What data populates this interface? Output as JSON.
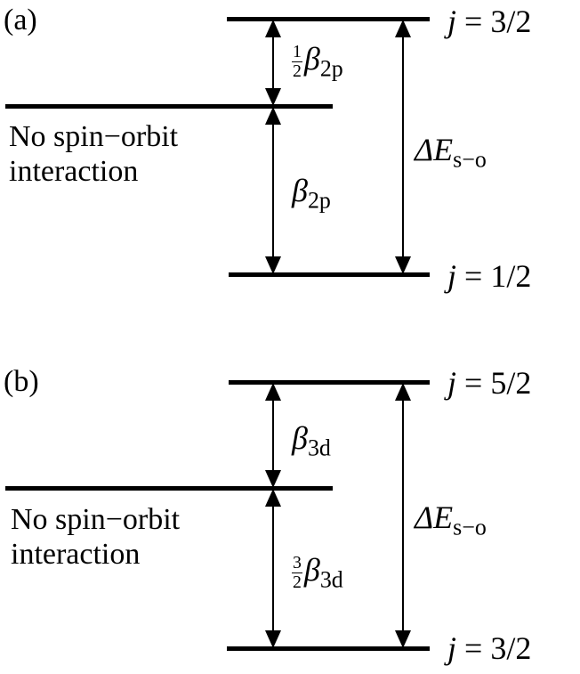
{
  "panel_a": {
    "tag": "(a)",
    "upper_level": {
      "j": "3/2"
    },
    "lower_level": {
      "j": "1/2"
    },
    "reference_label": [
      "No spin−orbit",
      "interaction"
    ],
    "upper_gap": {
      "coefficient_num": "1",
      "coefficient_den": "2",
      "symbol": "β",
      "subscript": "2p"
    },
    "lower_gap": {
      "symbol": "β",
      "subscript": "2p"
    },
    "total_gap": {
      "symbol": "ΔE",
      "subscript": "s−o"
    }
  },
  "panel_b": {
    "tag": "(b)",
    "upper_level": {
      "j": "5/2"
    },
    "lower_level": {
      "j": "3/2"
    },
    "reference_label": [
      "No spin−orbit",
      "interaction"
    ],
    "upper_gap": {
      "symbol": "β",
      "subscript": "3d"
    },
    "lower_gap": {
      "coefficient_num": "3",
      "coefficient_den": "2",
      "symbol": "β",
      "subscript": "3d"
    },
    "total_gap": {
      "symbol": "ΔE",
      "subscript": "s−o"
    }
  }
}
